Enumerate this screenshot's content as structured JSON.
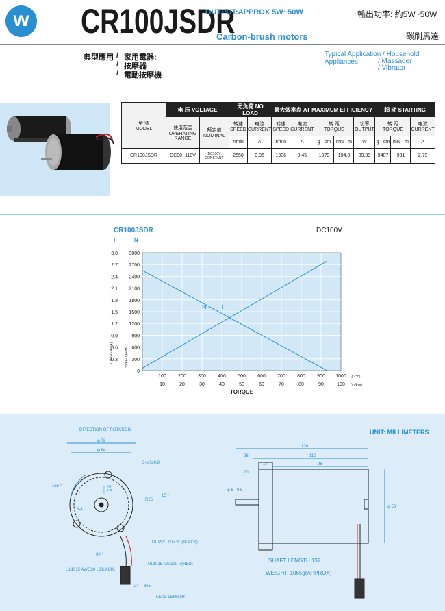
{
  "header": {
    "logo_letter": "w",
    "model": "CR100JSDR",
    "output_en": "OUTPUT:APPROX 5W~50W",
    "type_en": "Carbon-brush motors",
    "output_cn": "輸出功率: 約5W~50W",
    "type_cn": "碳刷馬達"
  },
  "application": {
    "label_cn": "典型應用",
    "items_cn": [
      "家用電器:",
      "按摩器",
      "電動按摩機"
    ],
    "label_en": "Typical Application",
    "items_en": [
      "Household Appliances:",
      "Massager",
      "Vibrator"
    ]
  },
  "table": {
    "model_cn": "型 號",
    "model_en": "MODEL",
    "voltage_group": "电 压 VOLTAGE",
    "no_load_group": "无负荷 NO LOAD",
    "max_eff_group": "最大效率点 AT MAXIMUM EFFICIENCY",
    "starting_group": "起 动 STARTING",
    "col_op_cn": "使用范围",
    "col_op_en": "OPERATING RANGE",
    "col_nom_cn": "额定值",
    "col_nom_en": "NOMINAL",
    "col_speed_cn": "转速",
    "col_speed_en": "SPEED",
    "col_current_cn": "电流",
    "col_current_en": "CURRENT",
    "col_torque_cn": "转 距",
    "col_torque_en": "TORQUE",
    "col_output_cn": "功率",
    "col_output_en": "OUTPUT",
    "units": [
      "r/min",
      "A",
      "r/min",
      "A",
      "g · cm",
      "mN · m",
      "W",
      "g · cm",
      "mN · m",
      "A"
    ],
    "row": {
      "model": "CR100JSDR",
      "op_range": "DC90~110V",
      "nominal": "DC100V CONSTANT",
      "nl_speed": "2550",
      "nl_current": "0.06",
      "me_speed": "1936",
      "me_current": "0.45",
      "me_torque_g": "1979",
      "me_torque_mn": "194.3",
      "me_output": "39.39",
      "st_torque_g": "9487",
      "st_torque_mn": "931",
      "st_current": "2.79"
    }
  },
  "chart_data": {
    "type": "line",
    "title": "CR100JSDR",
    "subtitle": "DC100V",
    "xlabel": "TORQUE",
    "y_left_i_label": "I",
    "y_left_n_label": "N",
    "y_current_label": "CURRENT(A)",
    "y_speed_label": "SPEED(RPM)",
    "x_g_unit": "(g·cm)",
    "x_mn_unit": "(mN·m)",
    "current_ticks": [
      "3.0",
      "2.7",
      "2.4",
      "2.1",
      "1.8",
      "1.5",
      "1.2",
      "0.9",
      "0.6",
      "0.3"
    ],
    "speed_ticks": [
      "3000",
      "2700",
      "2400",
      "2100",
      "1800",
      "1500",
      "1200",
      "900",
      "600",
      "300",
      "0"
    ],
    "x_g_ticks": [
      "100",
      "200",
      "300",
      "400",
      "500",
      "600",
      "700",
      "800",
      "900",
      "1000"
    ],
    "x_mn_ticks": [
      "10",
      "20",
      "30",
      "40",
      "50",
      "60",
      "70",
      "80",
      "90",
      "100"
    ],
    "xlim_mn": [
      0,
      100
    ],
    "ylim_speed": [
      0,
      3000
    ],
    "ylim_current": [
      0,
      3.0
    ],
    "series": [
      {
        "name": "N",
        "x_mn": [
          0,
          93
        ],
        "y_speed": [
          2550,
          0
        ]
      },
      {
        "name": "I",
        "x_mn": [
          0,
          93
        ],
        "y_current": [
          0.06,
          2.79
        ]
      }
    ],
    "grid": true
  },
  "dimensions": {
    "units": "UNIT: MILLIMETERS",
    "direction": "DIRECTION OF ROTATION",
    "front": [
      "φ 72",
      "φ 64",
      "3-M5x0.8",
      "φ 25",
      "R25",
      "15 °",
      "165 °",
      "90 °",
      "φ 2.5",
      "3-4",
      "UL PVC 105 ℃ (BLACK)",
      "UL1015 AWG20 R(RED)",
      "UL1015 AWG20 L(BLACK)",
      "LEAD LENGTH",
      "24",
      "365"
    ],
    "side": [
      "136",
      "110",
      "96",
      "26",
      "14",
      "20",
      "φ 8",
      "0.5",
      "φ 58"
    ],
    "shaft_length": "SHAFT LENGTH 132",
    "weight": "WEIGHT: 1065g(APPROX)"
  }
}
